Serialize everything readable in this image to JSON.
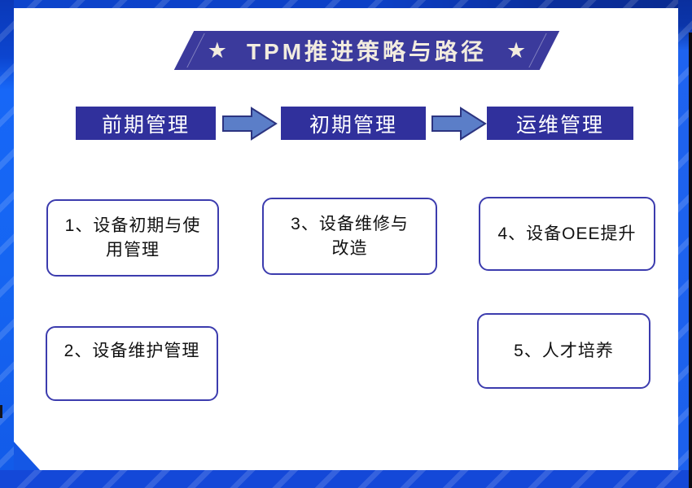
{
  "title": {
    "star": "★",
    "text": "TPM推进策略与路径"
  },
  "stages": [
    {
      "label": "前期管理"
    },
    {
      "label": "初期管理"
    },
    {
      "label": "运维管理"
    }
  ],
  "items": [
    {
      "text": "1、设备初期与使\n用管理"
    },
    {
      "text": "2、设备维护管理"
    },
    {
      "text": "3、设备维修与\n改造"
    },
    {
      "text": "4、设备OEE提升"
    },
    {
      "text": "5、人才培养"
    }
  ],
  "colors": {
    "banner": "#3b3a9c",
    "banner_text": "#f2ecdf",
    "stage_box": "#30309c",
    "stage_text": "#ffffff",
    "arrow_fill": "#5b7ec8",
    "arrow_outline": "#2c3480",
    "item_border": "#3c3cae",
    "item_text": "#111111",
    "frame_blue_bright": "#1565f2",
    "frame_blue_dark": "#0a2f9e",
    "background": "#ffffff"
  }
}
